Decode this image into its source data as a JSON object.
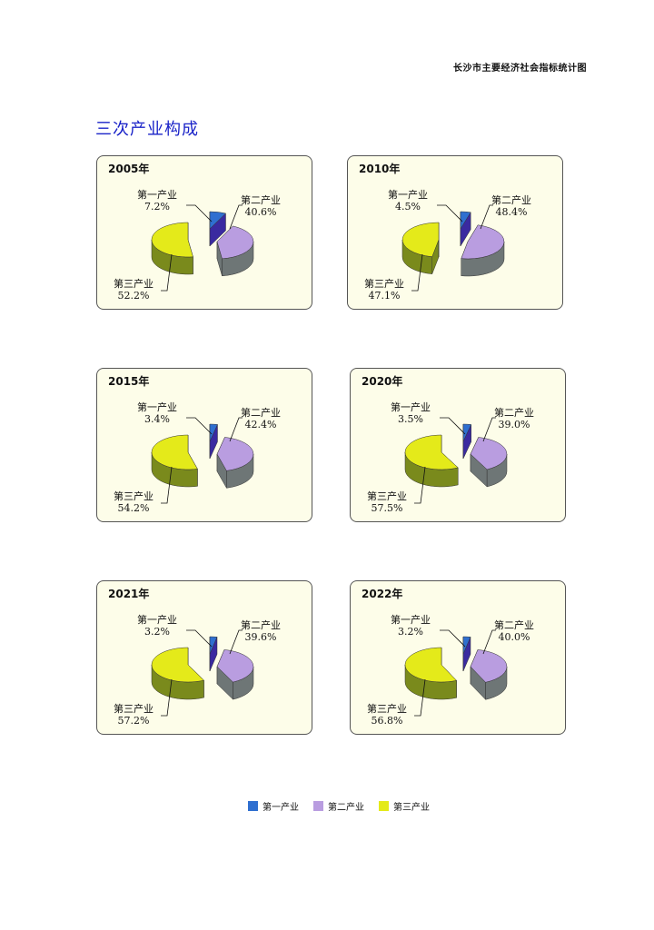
{
  "header": {
    "title": "长沙市主要经济社会指标统计图"
  },
  "section": {
    "title": "三次产业构成"
  },
  "legend": [
    {
      "label": "第一产业",
      "color": "#2f6fd0"
    },
    {
      "label": "第二产业",
      "color": "#b99de0"
    },
    {
      "label": "第三产业",
      "color": "#e4ea1a"
    }
  ],
  "chart_data": [
    {
      "type": "pie",
      "title": "2005年",
      "categories": [
        "第一产业",
        "第二产业",
        "第三产业"
      ],
      "values": [
        7.2,
        40.6,
        52.2
      ],
      "labels": [
        "7.2%",
        "40.6%",
        "52.2%"
      ]
    },
    {
      "type": "pie",
      "title": "2010年",
      "categories": [
        "第一产业",
        "第二产业",
        "第三产业"
      ],
      "values": [
        4.5,
        48.4,
        47.1
      ],
      "labels": [
        "4.5%",
        "48.4%",
        "47.1%"
      ]
    },
    {
      "type": "pie",
      "title": "2015年",
      "categories": [
        "第一产业",
        "第二产业",
        "第三产业"
      ],
      "values": [
        3.4,
        42.4,
        54.2
      ],
      "labels": [
        "3.4%",
        "42.4%",
        "54.2%"
      ]
    },
    {
      "type": "pie",
      "title": "2020年",
      "categories": [
        "第一产业",
        "第二产业",
        "第三产业"
      ],
      "values": [
        3.5,
        39.0,
        57.5
      ],
      "labels": [
        "3.5%",
        "39.0%",
        "57.5%"
      ]
    },
    {
      "type": "pie",
      "title": "2021年",
      "categories": [
        "第一产业",
        "第二产业",
        "第三产业"
      ],
      "values": [
        3.2,
        39.6,
        57.2
      ],
      "labels": [
        "3.2%",
        "39.6%",
        "57.2%"
      ]
    },
    {
      "type": "pie",
      "title": "2022年",
      "categories": [
        "第一产业",
        "第二产业",
        "第三产业"
      ],
      "values": [
        3.2,
        40.0,
        56.8
      ],
      "labels": [
        "3.2%",
        "40.0%",
        "56.8%"
      ]
    }
  ]
}
